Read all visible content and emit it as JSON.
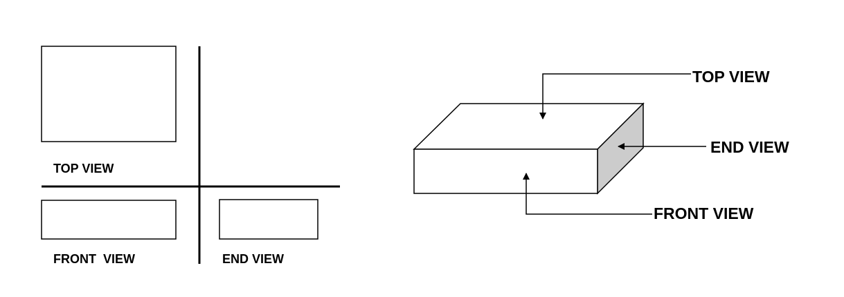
{
  "colors": {
    "stroke": "#000000",
    "background": "#ffffff",
    "end_face_fill": "#cccccc"
  },
  "orthographic": {
    "top_view_label": "TOP VIEW",
    "front_view_label": "FRONT  VIEW",
    "end_view_label": "END VIEW"
  },
  "isometric": {
    "top_view_label": "TOP VIEW",
    "end_view_label": "END VIEW",
    "front_view_label": "FRONT VIEW"
  }
}
